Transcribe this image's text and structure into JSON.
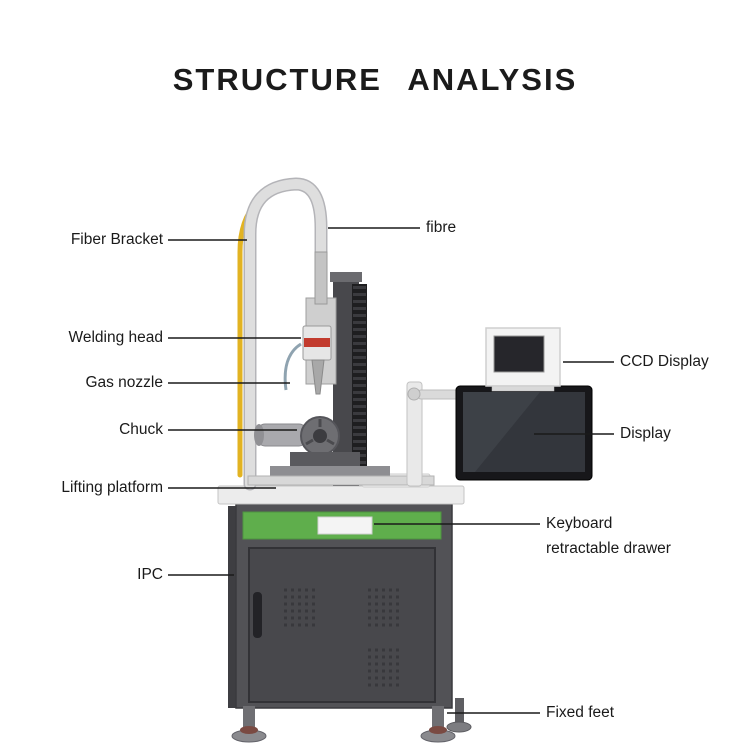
{
  "title": "STRUCTURE  ANALYSIS",
  "labels": {
    "fiber_bracket": "Fiber Bracket",
    "fibre": "fibre",
    "welding_head": "Welding head",
    "gas_nozzle": "Gas nozzle",
    "chuck": "Chuck",
    "lifting_platform": "Lifting platform",
    "ipc": "IPC",
    "ccd_display": "CCD Display",
    "display": "Display",
    "keyboard_line1": "Keyboard",
    "keyboard_line2": "retractable drawer",
    "fixed_feet": "Fixed feet"
  },
  "colors": {
    "cabinet_gray": "#4f4f53",
    "accent_green": "#5fae4c",
    "fiber_yellow": "#e2b322",
    "leader_line": "#1a1a1a"
  }
}
